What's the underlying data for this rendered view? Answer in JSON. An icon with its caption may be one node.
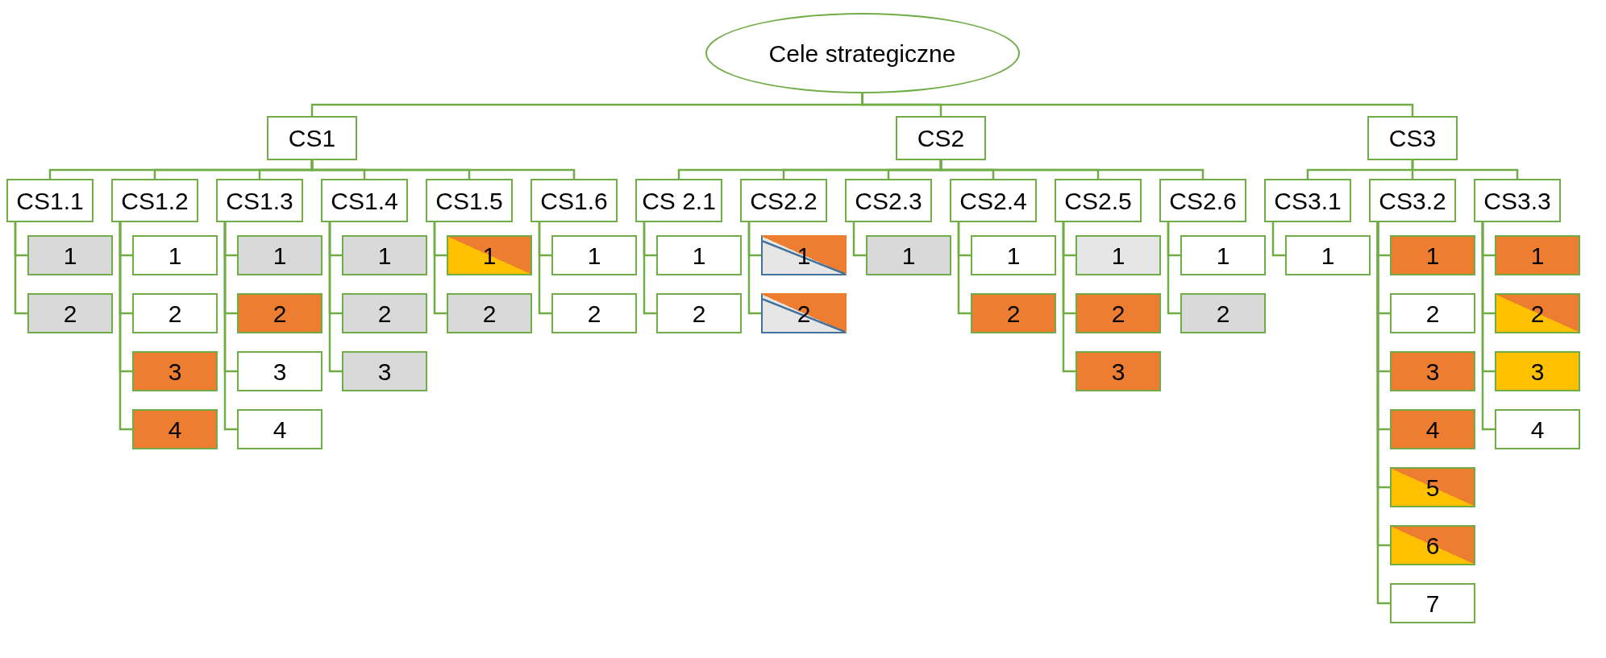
{
  "diagram": {
    "nodes": [
      {
        "text": [
          "Cele strategiczne"
        ]
      },
      {
        "text": [
          "CS1"
        ]
      },
      {
        "text": [
          "CS2"
        ]
      },
      {
        "text": [
          "CS3"
        ]
      },
      {
        "text": [
          "CS1.1"
        ]
      },
      {
        "text": [
          "CS1.2"
        ]
      },
      {
        "text": [
          "CS1.3"
        ]
      },
      {
        "text": [
          "CS1.4"
        ]
      },
      {
        "text": [
          "CS1.5"
        ]
      },
      {
        "text": [
          "CS1.6"
        ]
      },
      {
        "text": [
          "CS 2.1"
        ]
      },
      {
        "text": [
          "CS2.2"
        ]
      },
      {
        "text": [
          "CS2.3"
        ]
      },
      {
        "text": [
          "CS2.4"
        ]
      },
      {
        "text": [
          "CS2.5"
        ]
      },
      {
        "text": [
          "CS2.6"
        ]
      },
      {
        "text": [
          "CS3.1"
        ]
      },
      {
        "text": [
          "CS3.2"
        ]
      },
      {
        "text": [
          "CS3.3"
        ]
      },
      {
        "text": [
          "1"
        ]
      },
      {
        "text": [
          "2"
        ]
      },
      {
        "text": [
          "1"
        ]
      },
      {
        "text": [
          "2"
        ]
      },
      {
        "text": [
          "3"
        ]
      },
      {
        "text": [
          "4"
        ]
      },
      {
        "text": [
          "1"
        ]
      },
      {
        "text": [
          "2"
        ]
      },
      {
        "text": [
          "3"
        ]
      },
      {
        "text": [
          "4"
        ]
      },
      {
        "text": [
          "1"
        ]
      },
      {
        "text": [
          "2"
        ]
      },
      {
        "text": [
          "3"
        ]
      },
      {
        "text": [
          "1"
        ]
      },
      {
        "text": [
          "2"
        ]
      },
      {
        "text": [
          "1"
        ]
      },
      {
        "text": [
          "2"
        ]
      },
      {
        "text": [
          "1"
        ]
      },
      {
        "text": [
          "2"
        ]
      },
      {
        "text": [
          "1"
        ]
      },
      {
        "text": [
          "2"
        ]
      },
      {
        "text": [
          "1"
        ]
      },
      {
        "text": [
          "1"
        ]
      },
      {
        "text": [
          "2"
        ]
      },
      {
        "text": [
          "1"
        ]
      },
      {
        "text": [
          "2"
        ]
      },
      {
        "text": [
          "3"
        ]
      },
      {
        "text": [
          "1"
        ]
      },
      {
        "text": [
          "2"
        ]
      },
      {
        "text": [
          "1"
        ]
      },
      {
        "text": [
          "1"
        ]
      },
      {
        "text": [
          "2"
        ]
      },
      {
        "text": [
          "3"
        ]
      },
      {
        "text": [
          "4"
        ]
      },
      {
        "text": [
          "5"
        ]
      },
      {
        "text": [
          "6"
        ]
      },
      {
        "text": [
          "7"
        ]
      },
      {
        "text": [
          "1"
        ]
      },
      {
        "text": [
          "2"
        ]
      },
      {
        "text": [
          "3"
        ]
      },
      {
        "text": [
          "4"
        ]
      }
    ],
    "edges": [
      {
        "from": 0,
        "to": 1,
        "arrow": "none"
      },
      {
        "from": 0,
        "to": 2,
        "arrow": "none"
      },
      {
        "from": 0,
        "to": 3,
        "arrow": "none"
      },
      {
        "from": 1,
        "to": 4,
        "arrow": "none"
      },
      {
        "from": 1,
        "to": 5,
        "arrow": "none"
      },
      {
        "from": 1,
        "to": 6,
        "arrow": "none"
      },
      {
        "from": 1,
        "to": 7,
        "arrow": "none"
      },
      {
        "from": 1,
        "to": 8,
        "arrow": "none"
      },
      {
        "from": 1,
        "to": 9,
        "arrow": "none"
      },
      {
        "from": 2,
        "to": 10,
        "arrow": "none"
      },
      {
        "from": 2,
        "to": 11,
        "arrow": "none"
      },
      {
        "from": 2,
        "to": 12,
        "arrow": "none"
      },
      {
        "from": 2,
        "to": 13,
        "arrow": "none"
      },
      {
        "from": 2,
        "to": 14,
        "arrow": "none"
      },
      {
        "from": 2,
        "to": 15,
        "arrow": "none"
      },
      {
        "from": 3,
        "to": 16,
        "arrow": "none"
      },
      {
        "from": 3,
        "to": 17,
        "arrow": "none"
      },
      {
        "from": 3,
        "to": 18,
        "arrow": "none"
      },
      {
        "from": 4,
        "to": 19,
        "arrow": "none"
      },
      {
        "from": 4,
        "to": 20,
        "arrow": "none"
      },
      {
        "from": 5,
        "to": 21,
        "arrow": "none"
      },
      {
        "from": 5,
        "to": 22,
        "arrow": "none"
      },
      {
        "from": 5,
        "to": 23,
        "arrow": "none"
      },
      {
        "from": 5,
        "to": 24,
        "arrow": "none"
      },
      {
        "from": 6,
        "to": 25,
        "arrow": "none"
      },
      {
        "from": 6,
        "to": 26,
        "arrow": "none"
      },
      {
        "from": 6,
        "to": 27,
        "arrow": "none"
      },
      {
        "from": 6,
        "to": 28,
        "arrow": "none"
      },
      {
        "from": 7,
        "to": 29,
        "arrow": "none"
      },
      {
        "from": 7,
        "to": 30,
        "arrow": "none"
      },
      {
        "from": 7,
        "to": 31,
        "arrow": "none"
      },
      {
        "from": 8,
        "to": 32,
        "arrow": "none"
      },
      {
        "from": 8,
        "to": 33,
        "arrow": "none"
      },
      {
        "from": 9,
        "to": 34,
        "arrow": "none"
      },
      {
        "from": 9,
        "to": 35,
        "arrow": "none"
      },
      {
        "from": 10,
        "to": 36,
        "arrow": "none"
      },
      {
        "from": 10,
        "to": 37,
        "arrow": "none"
      },
      {
        "from": 11,
        "to": 38,
        "arrow": "none"
      },
      {
        "from": 11,
        "to": 39,
        "arrow": "none"
      },
      {
        "from": 12,
        "to": 40,
        "arrow": "none"
      },
      {
        "from": 13,
        "to": 41,
        "arrow": "none"
      },
      {
        "from": 13,
        "to": 42,
        "arrow": "none"
      },
      {
        "from": 14,
        "to": 43,
        "arrow": "none"
      },
      {
        "from": 14,
        "to": 44,
        "arrow": "none"
      },
      {
        "from": 14,
        "to": 45,
        "arrow": "none"
      },
      {
        "from": 15,
        "to": 46,
        "arrow": "none"
      },
      {
        "from": 15,
        "to": 47,
        "arrow": "none"
      },
      {
        "from": 16,
        "to": 48,
        "arrow": "none"
      },
      {
        "from": 17,
        "to": 49,
        "arrow": "none"
      },
      {
        "from": 17,
        "to": 50,
        "arrow": "none"
      },
      {
        "from": 17,
        "to": 51,
        "arrow": "none"
      },
      {
        "from": 17,
        "to": 52,
        "arrow": "none"
      },
      {
        "from": 17,
        "to": 53,
        "arrow": "none"
      },
      {
        "from": 17,
        "to": 54,
        "arrow": "none"
      },
      {
        "from": 17,
        "to": 55,
        "arrow": "none"
      },
      {
        "from": 18,
        "to": 56,
        "arrow": "none"
      },
      {
        "from": 18,
        "to": 57,
        "arrow": "none"
      },
      {
        "from": 18,
        "to": 58,
        "arrow": "none"
      },
      {
        "from": 18,
        "to": 59,
        "arrow": "none"
      }
    ]
  }
}
